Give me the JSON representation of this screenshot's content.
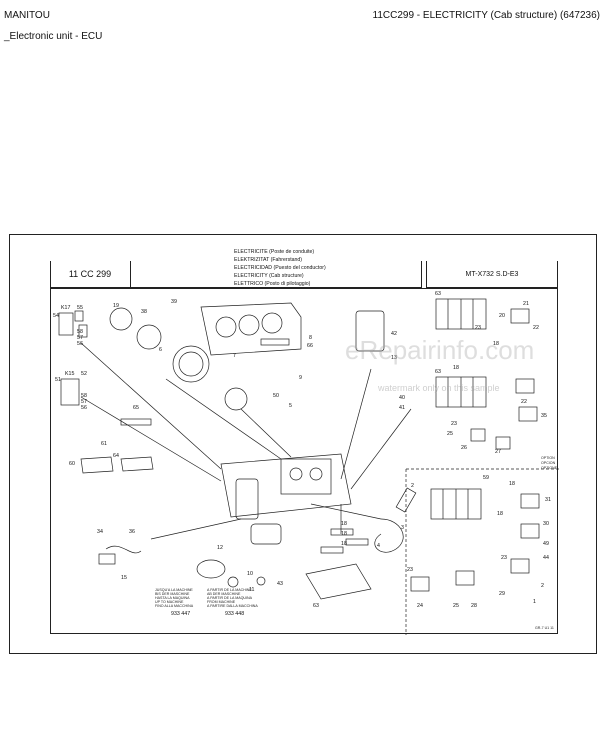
{
  "header": {
    "brand": "MANITOU",
    "doc_ref": "11CC299 - ELECTRICITY (Cab structure) (647236)",
    "section": "_Electronic unit - ECU"
  },
  "figure": {
    "code": "11 CC 299",
    "model": "MT-X732 S.D-E3",
    "titles": [
      "ELECTRICITE (Poste de conduite)",
      "ELEKTRIZITAT (Fahrerstand)",
      "ELECTRICIDAD (Puesto del conductor)",
      "ELECTRICITY (Cab structure)",
      "ELETTRICO (Posto di pilotaggio)"
    ],
    "notes_left": [
      "JUSQU'A LA MACHINE",
      "BIS DER MASCHINE",
      "HASTA LA MAQUINA",
      "UP TO MACHINE",
      "FINO ALLA MACCHINA",
      "933 447"
    ],
    "notes_right": [
      "A PARTIR DE LA MACHINE",
      "AB DER MASCHINE",
      "A PARTIR DE LA MAQUINA",
      "FROM MACHINE",
      "A PARTIRE DALLA MACCHINA",
      "933 448"
    ],
    "option_note": [
      "OPTION",
      "OPCION",
      "OPZIONE"
    ],
    "footer_code": "GR-7 U1 11",
    "watermark_url": "eRepairinfo.com",
    "watermark_text": "watermark only on this sample"
  },
  "part_numbers": {
    "top_left": [
      "55",
      "54",
      "K17",
      "58",
      "57",
      "56"
    ],
    "mid_left": [
      "52",
      "51",
      "K15",
      "58",
      "57",
      "56"
    ],
    "cluster": [
      "19",
      "38",
      "39",
      "6",
      "7",
      "8",
      "66",
      "9",
      "50",
      "5",
      "65",
      "64",
      "60",
      "61"
    ],
    "bottom_left": [
      "34",
      "36",
      "15",
      "12",
      "10",
      "43",
      "11",
      "4",
      "3",
      "2"
    ],
    "bottom_mid": [
      "18",
      "18",
      "18",
      "63"
    ],
    "right_top": [
      "63",
      "21",
      "22",
      "23",
      "20",
      "18",
      "42",
      "13",
      "41",
      "40",
      "18",
      "63",
      "23",
      "22",
      "35",
      "26",
      "27",
      "25"
    ],
    "right_bottom": [
      "59",
      "18",
      "18",
      "30",
      "31",
      "49",
      "44",
      "23",
      "24",
      "25",
      "28",
      "29",
      "2",
      "1",
      "23"
    ]
  }
}
